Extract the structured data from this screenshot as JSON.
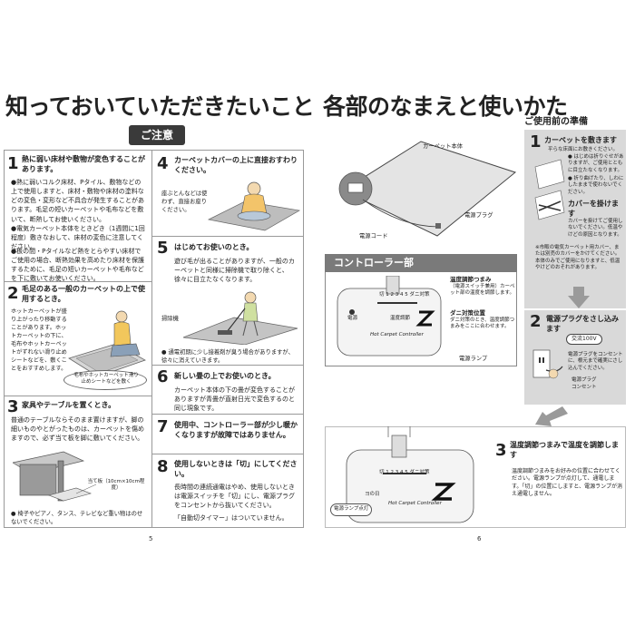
{
  "left": {
    "title": "知っておいていただきたいこと",
    "caution_label": "ご注意",
    "s1": {
      "num": "1",
      "head": "熱に弱い床材や敷物が変色することがあります。",
      "b1": "●熱に弱いコルク床材、Pタイル、敷物などの上で使用しますと、床材・敷物や床材の塗料などの変色・変形など不具合が発生することがあります。毛足の短いカーペットや毛布などを敷いて、断熱してお使いください。",
      "b2": "●電気カーペット本体をときどき（1週間に1回程度）敷きなおして、床材の変色に注意してください。",
      "b3": "●板の間・Pタイルなど熱をとらやすい床材でご使用の場合、断熱効果を高めたり床材を保護するために、毛足の短いカーペットや毛布などを下に敷いてお使いください。"
    },
    "s2": {
      "num": "2",
      "head": "毛足のある一般のカーペットの上で使用するとき。",
      "body": "ホットカーペットが盛り上がったり移動することがあります。ホットカーペットの下に、毛布やホットカーペットがずれない滑り止めシートなどを、敷くことをおすすめします。",
      "bubble": "毛布やホットカーペット滑り止めシートなどを敷く"
    },
    "s3": {
      "num": "3",
      "head": "家具やテーブルを置くとき。",
      "body": "普通のテーブルならそのまま置けますが、脚の細いものやとがったものは、カーペットを傷めますので、必ず当て板を脚に敷いてください。",
      "board_label": "当て板（10cm×10cm程度）",
      "note": "● 椅子やピアノ、タンス、テレビなど重い物はのせないでください。"
    },
    "s4": {
      "num": "4",
      "head": "カーペットカバーの上に直接おすわりください。",
      "caption": "座ぶとんなどは使わず、直接お座りください。"
    },
    "s5": {
      "num": "5",
      "head": "はじめてお使いのとき。",
      "body": "遊び毛が出ることがありますが、一般のカーペットと同様に掃除機で取り除くと、徐々に目立たなくなります。",
      "vacuum_label": "掃除機",
      "note": "● 通電初期に少し接着剤が臭う場合がありますが、徐々に消えていきます。"
    },
    "s6": {
      "num": "6",
      "head": "新しい畳の上でお使いのとき。",
      "body": "カーペット本体の下の畳が変色することがありますが青畳が直射日光で変色するのと同じ現象です。"
    },
    "s7": {
      "num": "7",
      "head": "使用中、コントローラー部が少し暖かくなりますが故障ではありません。"
    },
    "s8": {
      "num": "8",
      "head": "使用しないときは「切」にしてください。",
      "body": "長時間の連続通電はやめ、使用しないときは電源スイッチを「切」にし、電源プラグをコンセントから抜いてください。",
      "note": "「自動切タイマー」はついていません。"
    },
    "page": "5"
  },
  "right": {
    "title": "各部のなまえと使いかた",
    "diagram": {
      "carpet_label": "カーペット本体",
      "plug_label": "電源プラグ",
      "cord_label": "電源コード"
    },
    "controller": {
      "banner": "コントローラー部",
      "knob_label": "温度調節つまみ",
      "knob_sub": "（電源スイッチ兼用）カーペット部の温度を調節します。",
      "dial_label": "ダニ対策位置",
      "dial_sub": "ダニ対策のとき、温度調節つまみをここに合わせます。",
      "lamp_label": "電源ランプ",
      "brand_text": "Hot Carpet Controller",
      "dial_marks": "切 1 2 3 4 5 ダニ対策",
      "scale_text": "温度調節",
      "power_text": "電源"
    },
    "prep": {
      "title": "ご使用前の準備",
      "s1": {
        "num": "1",
        "head": "カーペットを敷きます",
        "sub": "平らな床面にお敷きください。",
        "b1": "● はじめは折りぐせがありますが、ご使用とともに目立たなくなります。",
        "b2": "● 折り曲げたり、しわにしたままで使わないでください。"
      },
      "cover": {
        "head": "カバーを掛けます",
        "body": "カバーを掛けてご使用しないでください。低温やけどの原因となります。"
      },
      "note": "※市販の電気カーペット用カバー、または別売のカバーをかけてください。本体のみでご使用になりますと、低温やけどのおそれがあります。",
      "s2": {
        "num": "2",
        "head": "電源プラグをさし込みます",
        "voltage": "交流100V",
        "plug_note": "電源プラグをコンセントに、根元まで確実にさし込んでください。",
        "plug_label": "電源プラグ",
        "outlet_label": "コンセント"
      },
      "s3": {
        "num": "3",
        "head": "温度調節つまみで温度を調節します",
        "body": "温度調節つまみをお好みの位置に合わせてください。電源ランプが点灯して、通電します。「切」の位置にしますと、電源ランプが消え通電しません。",
        "lamp_label": "電源ランプ点灯",
        "off_label": "ヨの日"
      }
    },
    "page": "6"
  }
}
